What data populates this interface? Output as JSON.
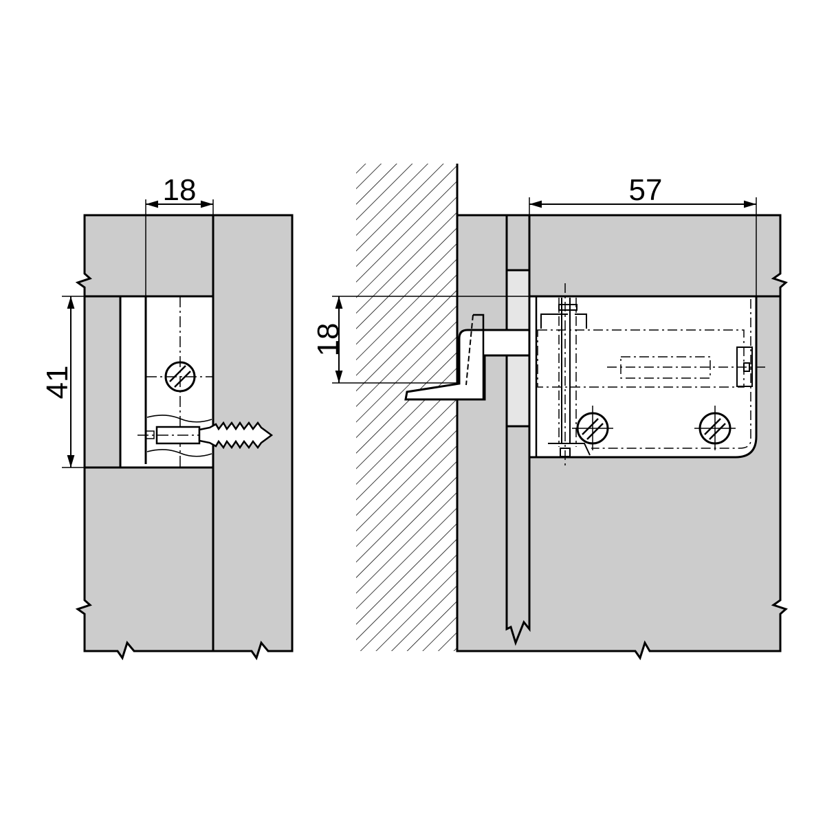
{
  "dimensions": {
    "left_width": "18",
    "left_height": "41",
    "right_height": "18",
    "right_length": "57"
  },
  "colors": {
    "panel": "#cccccc",
    "light": "#e6e6e6",
    "line": "#000000",
    "white": "#ffffff"
  }
}
